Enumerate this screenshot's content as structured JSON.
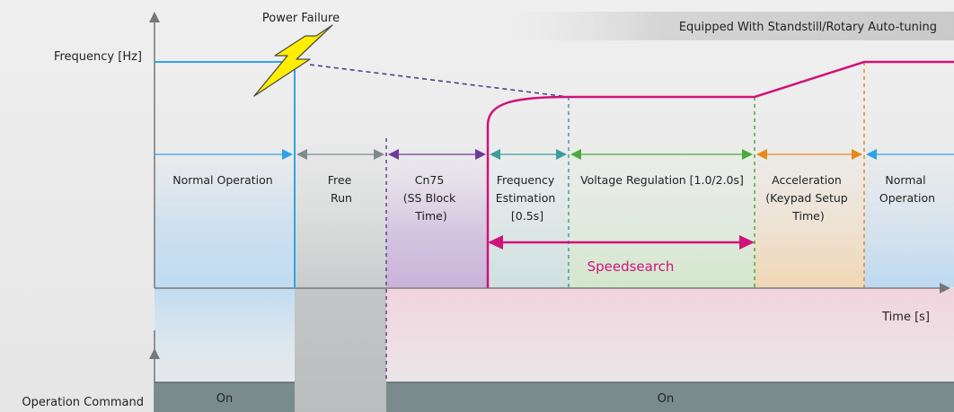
{
  "header": {
    "title": "Equipped With Standstill/Rotary Auto-tuning"
  },
  "axes": {
    "y_label": "Frequency [Hz]",
    "x_label": "Time [s]",
    "command_label": "Operation Command"
  },
  "event": {
    "label": "Power Failure"
  },
  "phases": [
    {
      "key": "normal-operation-1",
      "lines": [
        "Normal Operation"
      ],
      "color": "#2fa3e6"
    },
    {
      "key": "free-run",
      "lines": [
        "Free",
        "Run"
      ],
      "color": "#7c8c8c"
    },
    {
      "key": "cn75",
      "lines": [
        "Cn75",
        "(SS Block",
        "Time)"
      ],
      "color": "#6a3d99"
    },
    {
      "key": "frequency-estimation",
      "lines": [
        "Frequency",
        "Estimation",
        "[0.5s]"
      ],
      "color": "#3a9f9a"
    },
    {
      "key": "voltage-regulation",
      "lines": [
        "Voltage Regulation [1.0/2.0s]"
      ],
      "color": "#4caa3a"
    },
    {
      "key": "acceleration",
      "lines": [
        "Acceleration",
        "(Keypad Setup",
        "Time)"
      ],
      "color": "#e38a1a"
    },
    {
      "key": "normal-operation-2",
      "lines": [
        "Normal",
        "Operation"
      ],
      "color": "#2fa3e6"
    }
  ],
  "speedsearch": {
    "label": "Speedsearch",
    "color": "#d0127a"
  },
  "command": {
    "on_1": "On",
    "on_2": "On"
  },
  "colors": {
    "power_line": "#2fa3e6",
    "output_line": "#d0127a",
    "dashed_decay": "#3a3a8a",
    "bolt": "#ffee00",
    "command_bar": "#788a8c"
  }
}
